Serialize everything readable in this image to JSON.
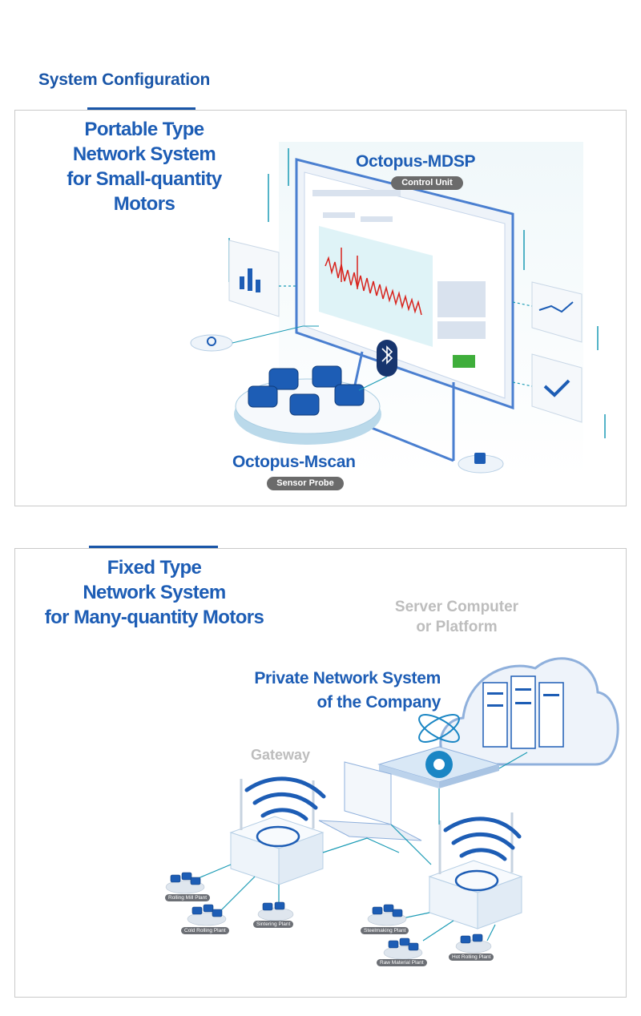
{
  "heading": "System Configuration",
  "portable": {
    "title_lines": [
      "Portable Type",
      "Network System",
      "for Small-quantity",
      "Motors"
    ],
    "mdsp_label": "Octopus-MDSP",
    "mdsp_badge": "Control Unit",
    "mscan_label": "Octopus-Mscan",
    "mscan_badge": "Sensor Probe",
    "bluetooth_icon": "bluetooth-icon"
  },
  "fixed": {
    "title_lines": [
      "Fixed Type",
      "Network System",
      "for Many-quantity Motors"
    ],
    "server_lines": [
      "Server Computer",
      "or Platform"
    ],
    "private_lines": [
      "Private Network System",
      "of the Company"
    ],
    "gateway_label": "Gateway",
    "plants": {
      "rolling_mill": "Rolling Mill Plant",
      "cold_rolling": "Cold Rolling Plant",
      "sintering": "Sintering Plant",
      "steelmaking": "Steelmaking Plant",
      "raw_material": "Raw Material Plant",
      "hot_rolling": "Hot Rolling Plant"
    }
  },
  "colors": {
    "brand_blue": "#1d5db5",
    "badge_gray": "#6b6b6b",
    "label_gray": "#bdbdbd",
    "signal_red": "#d8221c"
  }
}
